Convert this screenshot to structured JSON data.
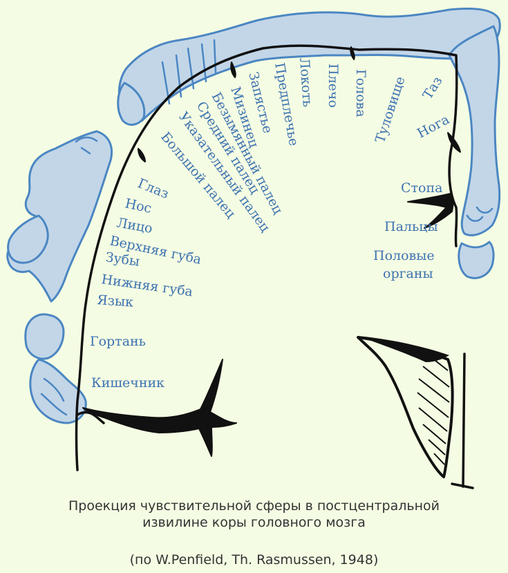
{
  "labels": {
    "taz": "Таз",
    "noga": "Нога",
    "tulovishche": "Туловище",
    "golova": "Голова",
    "plecho": "Плечо",
    "lokot": "Локоть",
    "predplechye": "Предплечье",
    "zapyastye": "Запястье",
    "mizinets": "Мизинец",
    "bezymyanny": "Безымянный палец",
    "sredniy": "Средний палец",
    "ukazatelny": "Указательный палец",
    "bolshoy": "Большой палец",
    "glaz": "Глаз",
    "nos": "Нос",
    "litso": "Лицо",
    "verkhnyaya_guba": "Верхняя губа",
    "zuby": "Зубы",
    "nizhnyaya_guba": "Нижняя губа",
    "yazyk": "Язык",
    "gortan": "Гортань",
    "kishechnik": "Кишечник",
    "stopa": "Стопа",
    "paltsy": "Пальцы",
    "polovye": "Половые",
    "organy": "органы"
  },
  "caption": {
    "line1": "Проекция чувствительной сферы в постцентральной",
    "line2": "извилине коры головного мозга",
    "source": "(по W.Penfield, Th. Rasmussen, 1948)"
  },
  "colors": {
    "background": "#f4fde3",
    "label": "#3d72b0",
    "homunculus_fill": "#c2d6e8",
    "homunculus_stroke": "#4b86c2",
    "cortex": "#111111"
  }
}
